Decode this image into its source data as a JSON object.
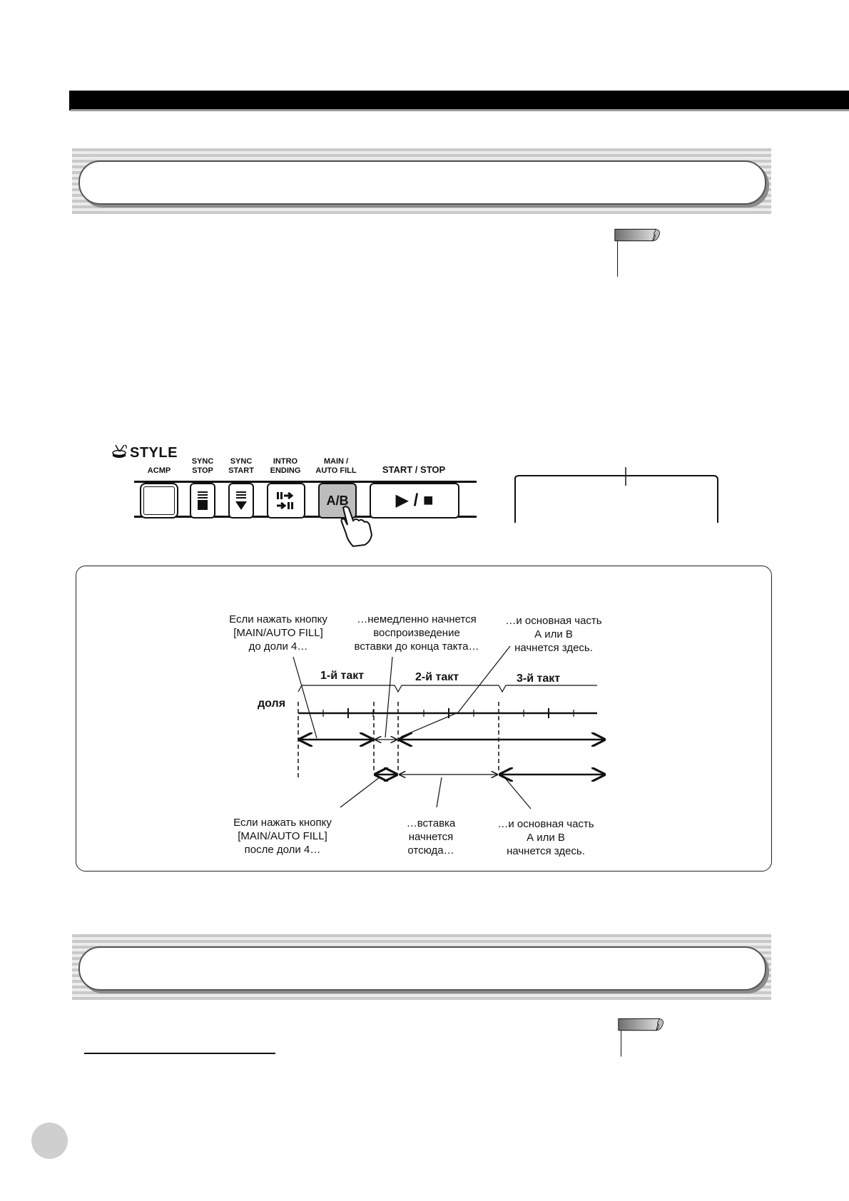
{
  "panel": {
    "brand": "STYLE",
    "buttons": [
      {
        "label_1": "",
        "label_2": "ACMP"
      },
      {
        "label_1": "SYNC",
        "label_2": "STOP"
      },
      {
        "label_1": "SYNC",
        "label_2": "START"
      },
      {
        "label_1": "INTRO",
        "label_2": "ENDING"
      },
      {
        "label_1": "MAIN /",
        "label_2": "AUTO  FILL"
      }
    ],
    "ab_label": "A/B",
    "start_stop_label": "START / STOP",
    "play_stop_glyphs": "▶ / ■"
  },
  "diagram": {
    "top_left": [
      "Если нажать кнопку",
      "[MAIN/AUTO FILL]",
      "до доли 4…"
    ],
    "top_middle": [
      "…немедленно начнется",
      "воспроизведение",
      "вставки до конца такта…"
    ],
    "top_right": [
      "…и основная часть",
      "А или В",
      "начнется здесь."
    ],
    "measures": [
      "1-й такт",
      "2-й такт",
      "3-й такт"
    ],
    "beat_label": "доля",
    "bottom_left": [
      "Если нажать кнопку",
      "[MAIN/AUTO FILL]",
      "после доли 4…"
    ],
    "bottom_middle": [
      "…вставка",
      "начнется",
      "отсюда…"
    ],
    "bottom_right": [
      "…и основная часть",
      "А или В",
      "начнется здесь."
    ]
  },
  "page": {
    "page_number": ""
  }
}
